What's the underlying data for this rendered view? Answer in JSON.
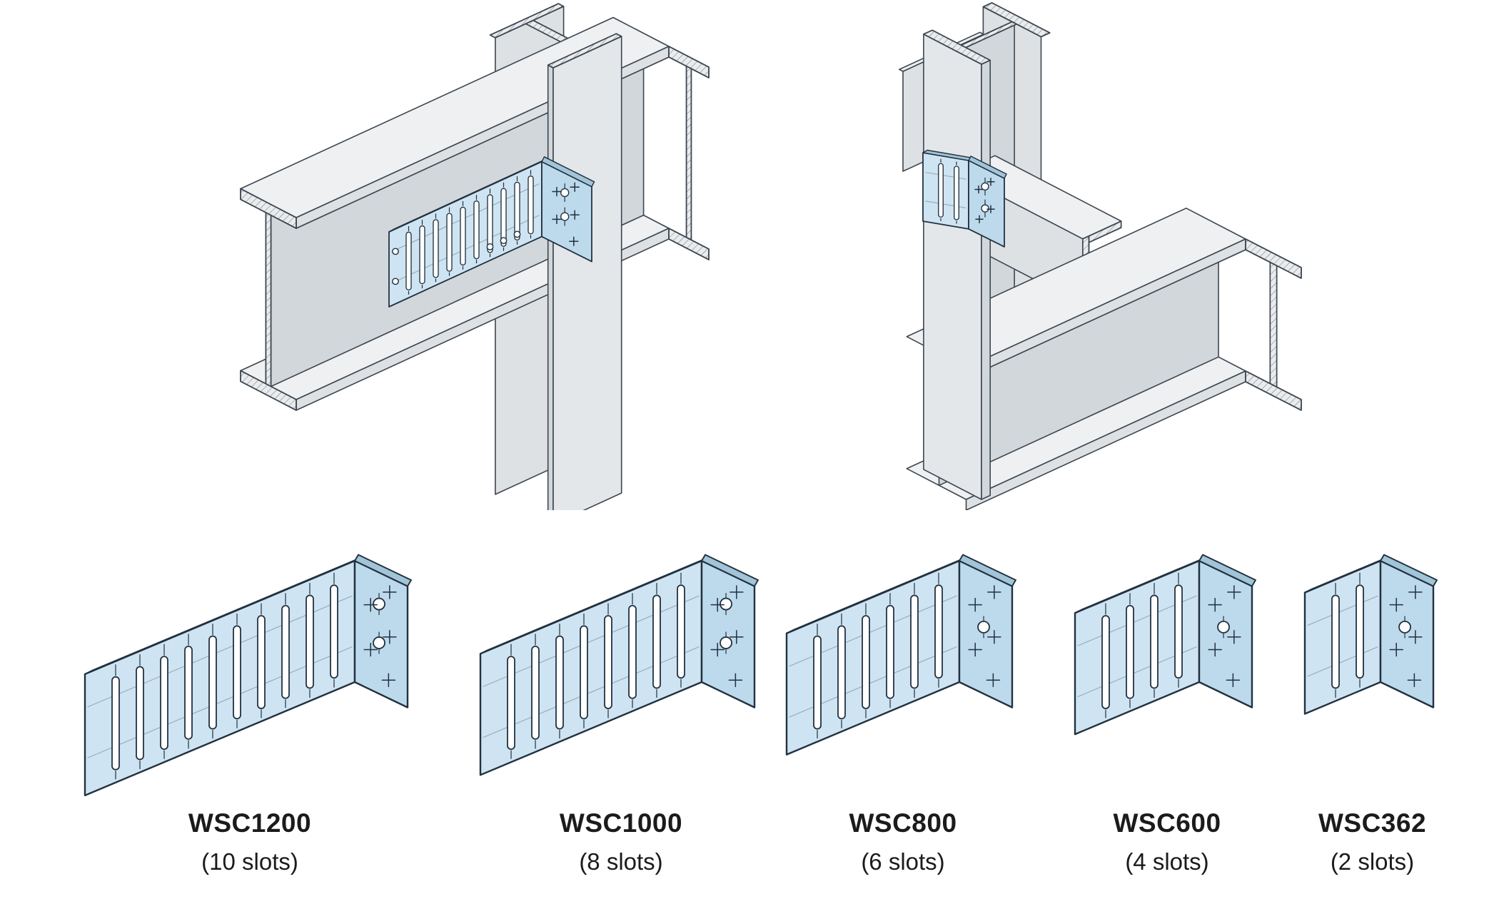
{
  "products": [
    {
      "name": "WSC1200",
      "slots_label": "(10 slots)",
      "slots": 10
    },
    {
      "name": "WSC1000",
      "slots_label": "(8 slots)",
      "slots": 8
    },
    {
      "name": "WSC800",
      "slots_label": "(6 slots)",
      "slots": 6
    },
    {
      "name": "WSC600",
      "slots_label": "(4 slots)",
      "slots": 4
    },
    {
      "name": "WSC362",
      "slots_label": "(2 slots)",
      "slots": 2
    }
  ],
  "colors": {
    "bracket_fill": "#cfe4f2",
    "bracket_flange": "#bdd9ec",
    "bracket_edge": "#a2c4d9",
    "bracket_line": "#22313f",
    "slot_fill": "#ffffff",
    "steel_top": "#eef0f2",
    "steel_front": "#dde1e4",
    "steel_front2": "#e4e7ea",
    "steel_web": "#d2d7db",
    "steel_dark": "#c9ced3",
    "steel_end": "#e9ebed",
    "line": "#3c4650",
    "label_color": "#1b1b1b"
  }
}
